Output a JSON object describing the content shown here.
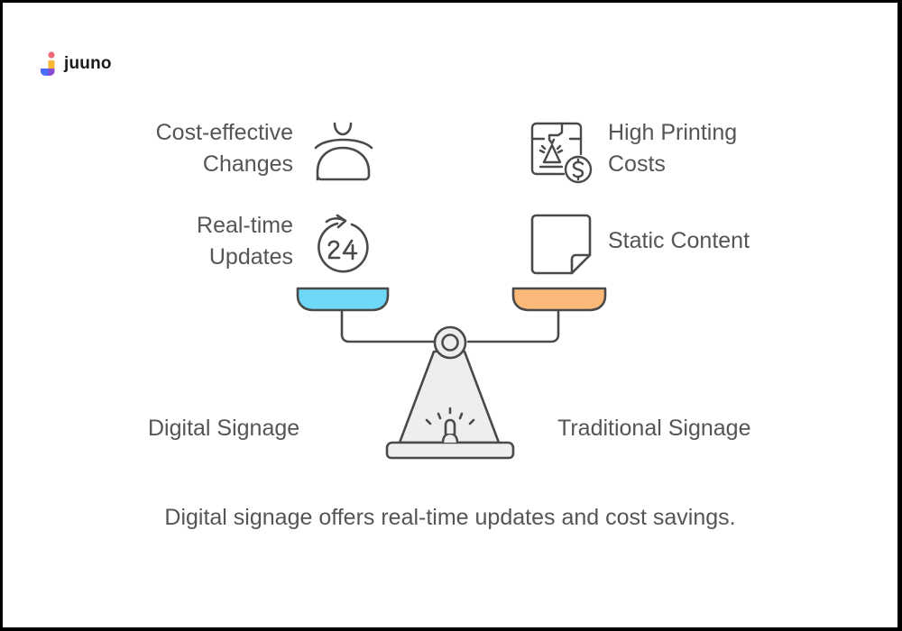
{
  "brand": {
    "name": "juuno",
    "colors": {
      "dot": "#f06a7a",
      "yellow": "#f7b733",
      "blue": "#4a6cf7",
      "purple": "#8a4bd8"
    }
  },
  "left_side": {
    "title": "Digital Signage",
    "pan_color": "#6ed8f8",
    "items": [
      {
        "label_line1": "Cost-effective",
        "label_line2": "Changes",
        "icon": "service-bell-icon"
      },
      {
        "label_line1": "Real-time",
        "label_line2": "Updates",
        "icon": "24-hour-refresh-icon"
      }
    ]
  },
  "right_side": {
    "title": "Traditional Signage",
    "pan_color": "#fdb97a",
    "items": [
      {
        "label_line1": "High Printing",
        "label_line2": "Costs",
        "icon": "printer-dollar-icon"
      },
      {
        "label_line1": "Static Content",
        "label_line2": "",
        "icon": "sticky-note-icon"
      }
    ]
  },
  "balance": {
    "stroke": "#4a4a4a",
    "fill": "#eeeeee",
    "icon": "balance-scale-icon"
  },
  "caption": "Digital signage offers real-time updates and cost savings."
}
